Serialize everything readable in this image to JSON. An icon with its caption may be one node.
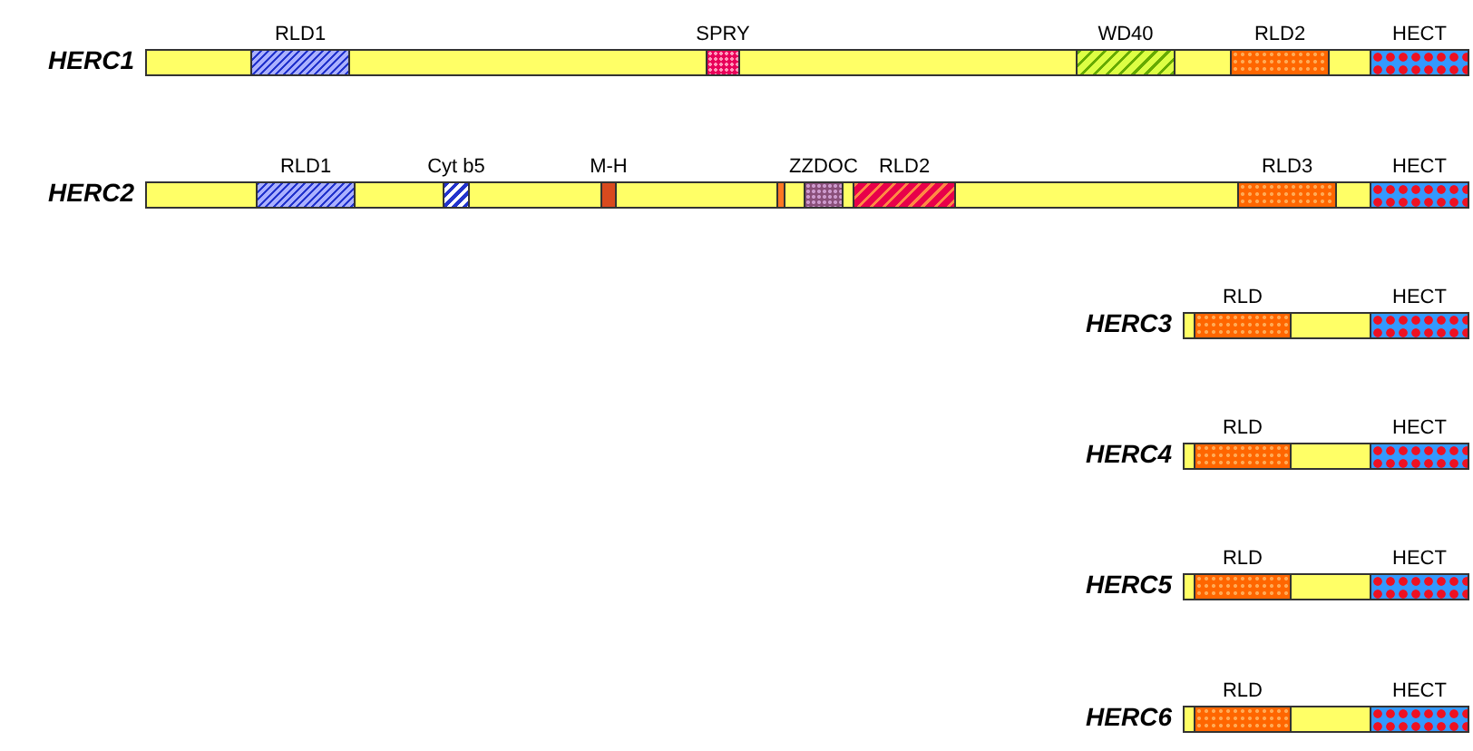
{
  "diagram": {
    "nodes": [
      {
        "text": [
          "HERC1"
        ]
      },
      {
        "text": [
          "RLD1"
        ],
        "in": 0
      },
      {
        "text": [
          "SPRY"
        ],
        "in": 0
      },
      {
        "text": [
          "WD40"
        ],
        "in": 0
      },
      {
        "text": [
          "RLD2"
        ],
        "in": 0
      },
      {
        "text": [
          "HECT"
        ],
        "in": 0
      },
      {
        "text": [
          "HERC2"
        ]
      },
      {
        "text": [
          "RLD1"
        ],
        "in": 6
      },
      {
        "text": [
          "Cyt b5"
        ],
        "in": 6
      },
      {
        "text": [
          "M-H"
        ],
        "in": 6
      },
      {
        "text": [],
        "shape": "box",
        "in": 6
      },
      {
        "text": [
          "ZZDOC"
        ],
        "in": 6
      },
      {
        "text": [
          "RLD2"
        ],
        "in": 6
      },
      {
        "text": [
          "RLD3"
        ],
        "in": 6
      },
      {
        "text": [
          "HECT"
        ],
        "in": 6
      },
      {
        "text": [
          "HERC3"
        ]
      },
      {
        "text": [
          "RLD"
        ],
        "in": 15
      },
      {
        "text": [
          "HECT"
        ],
        "in": 15
      },
      {
        "text": [
          "HERC4"
        ]
      },
      {
        "text": [
          "RLD"
        ],
        "in": 18
      },
      {
        "text": [
          "HECT"
        ],
        "in": 18
      },
      {
        "text": [
          "HERC5"
        ]
      },
      {
        "text": [
          "RLD"
        ],
        "in": 21
      },
      {
        "text": [
          "HECT"
        ],
        "in": 21
      },
      {
        "text": [
          "HERC6"
        ]
      },
      {
        "text": [
          "RLD"
        ],
        "in": 24
      },
      {
        "text": [
          "HECT"
        ],
        "in": 24
      }
    ]
  }
}
